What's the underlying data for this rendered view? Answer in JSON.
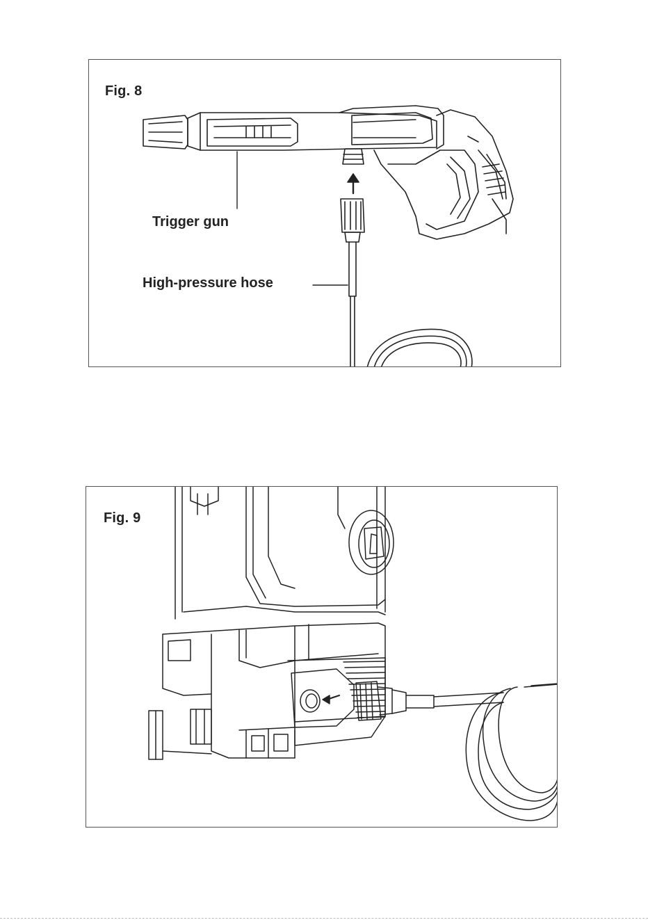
{
  "figures": [
    {
      "title": "Fig. 8",
      "labels": {
        "trigger_gun": "Trigger gun",
        "high_pressure_hose": "High-pressure hose"
      }
    },
    {
      "title": "Fig. 9"
    }
  ],
  "colors": {
    "line": "#222222",
    "frame": "#555555",
    "background": "#ffffff"
  }
}
